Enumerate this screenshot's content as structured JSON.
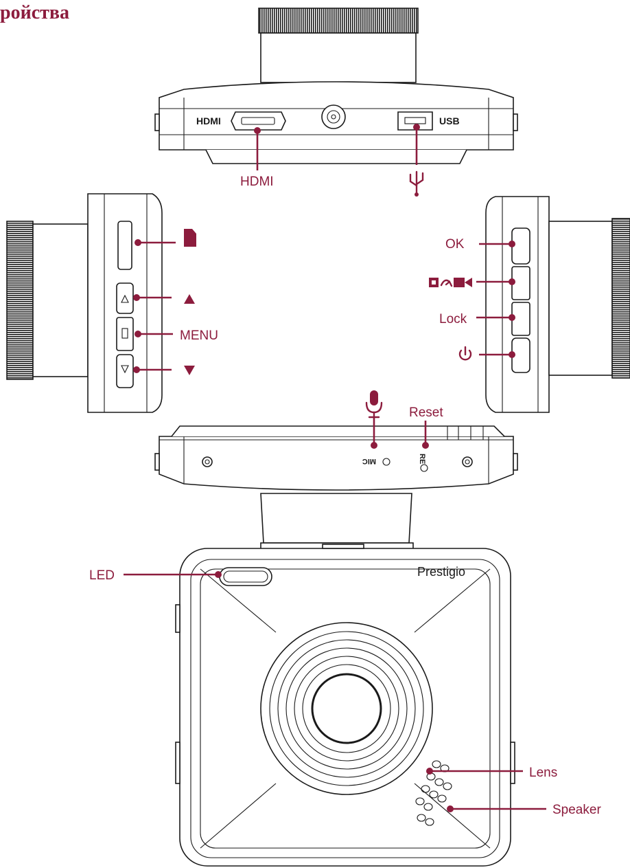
{
  "title": "ройства",
  "top_view": {
    "callouts": {
      "hdmi": "HDMI"
    },
    "printed_marks": {
      "hdmi": "HDMI",
      "usb": "USB"
    },
    "icons": {
      "usb": "usb-trident-icon"
    }
  },
  "left_side": {
    "callouts": {
      "menu": "MENU"
    },
    "icons": {
      "card_slot": "memory-card-icon",
      "up": "up-triangle-icon",
      "down": "down-triangle-icon"
    }
  },
  "right_side": {
    "callouts": {
      "ok": "OK",
      "lock": "Lock"
    },
    "icons": {
      "mode": "photo-video-switch-icon",
      "power": "power-icon"
    }
  },
  "bottom_view": {
    "callouts": {
      "reset": "Reset"
    },
    "printed_marks": {
      "mic": "MIC",
      "reset": "RE"
    },
    "icons": {
      "mic": "microphone-icon"
    }
  },
  "front_view": {
    "callouts": {
      "led": "LED",
      "lens": "Lens",
      "speaker": "Speaker"
    },
    "brand": "Prestigio"
  },
  "colors": {
    "accent": "#8c1c3d",
    "outline": "#1a1a1a"
  }
}
